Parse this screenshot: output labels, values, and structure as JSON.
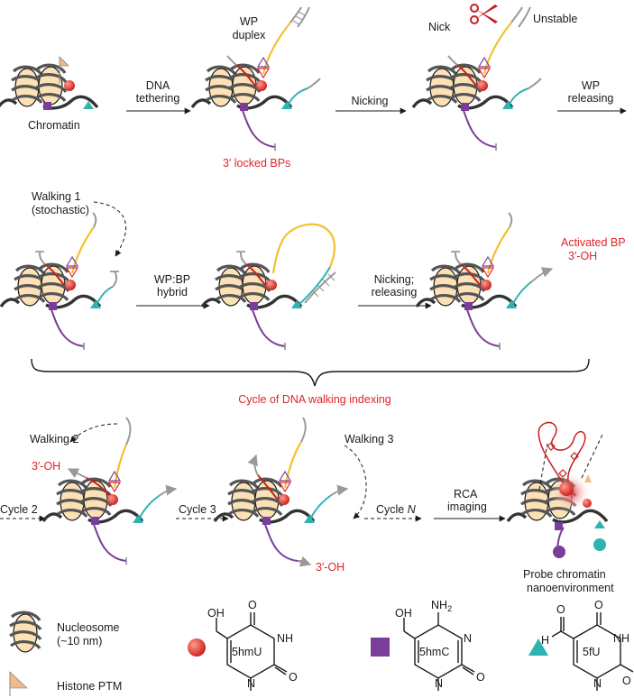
{
  "labels": {
    "dna_tethering": [
      "DNA",
      "tethering"
    ],
    "chromatin": "Chromatin",
    "wp_duplex": [
      "WP",
      "duplex"
    ],
    "locked_bps": "3′ locked BPs",
    "nicking": "Nicking",
    "nick": "Nick",
    "unstable": "Unstable",
    "wp_releasing": [
      "WP",
      "releasing"
    ],
    "walking1": [
      "Walking 1",
      "(stochastic)"
    ],
    "wp_bp_hybrid": [
      "WP:BP",
      "hybrid"
    ],
    "nicking_releasing": [
      "Nicking;",
      "releasing"
    ],
    "activated_bp": [
      "Activated BP",
      "3′-OH"
    ],
    "cycle_text": "Cycle of DNA walking indexing",
    "walking2": "Walking 2",
    "oh_2": "3′-OH",
    "walking3": "Walking 3",
    "cycle2": "Cycle 2",
    "cycle3": "Cycle 3",
    "cycleN_prefix": "Cycle ",
    "cycleN_italic": "N",
    "oh_3": "3′-OH",
    "rca_imaging": [
      "RCA",
      "imaging"
    ],
    "probe": [
      "Probe chromatin",
      "nanoenvironment"
    ]
  },
  "legend": {
    "nucleosome": [
      "Nucleosome",
      "(~10 nm)"
    ],
    "histone_ptm": "Histone PTM"
  },
  "chemicals": {
    "hmu": {
      "name": "5hmU",
      "oh": "OH",
      "o_top": "O",
      "nh": "NH",
      "n": "N",
      "o_right": "O"
    },
    "hmc": {
      "name": "5hmC",
      "oh": "OH",
      "nh2": "NH",
      "nh2_sub": "2",
      "n_ring": "N",
      "n": "N",
      "o_right": "O"
    },
    "fu": {
      "name": "5fU",
      "o_cho": "O",
      "h": "H",
      "o_top": "O",
      "nh": "NH",
      "n": "N",
      "o_right": "O"
    }
  },
  "colors": {
    "red_text": "#e0242c",
    "purple_mark": "#7a3d9a",
    "cyan_mark": "#2eb3b3",
    "yellow_strand": "#f2c12e",
    "nucleosome_fill": "#fbe1b5",
    "chromatin": "#1a1a1a",
    "gray_strand": "#9a9a9a",
    "ptm_flag": "#f0b98a"
  }
}
